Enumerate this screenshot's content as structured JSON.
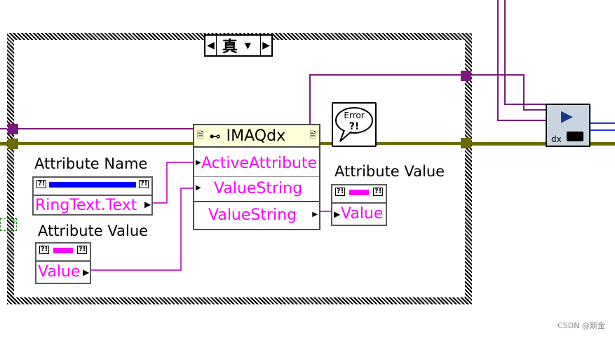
{
  "case_selector": {
    "value": "真"
  },
  "controls": {
    "attr_name_label": "Attribute Name",
    "attr_name_value": "RingText.Text",
    "attr_value_label": "Attribute Value",
    "attr_value_value": "Value"
  },
  "node": {
    "title": "IMAQdx",
    "inputs": [
      "ActiveAttribute",
      "ValueString"
    ],
    "output": "ValueString"
  },
  "indicator": {
    "label": "Attribute Value",
    "value": "Value"
  },
  "error_icon": {
    "text": "Error"
  },
  "subvi": {
    "label": "dx"
  },
  "credit": "CSDN @斯金",
  "colors": {
    "wire_pink": "#cc33cc",
    "wire_purple": "#7a1a7a",
    "wire_olive": "#6b6b00",
    "wire_blue": "#2233dd",
    "text_pink": "#ff00ff"
  }
}
